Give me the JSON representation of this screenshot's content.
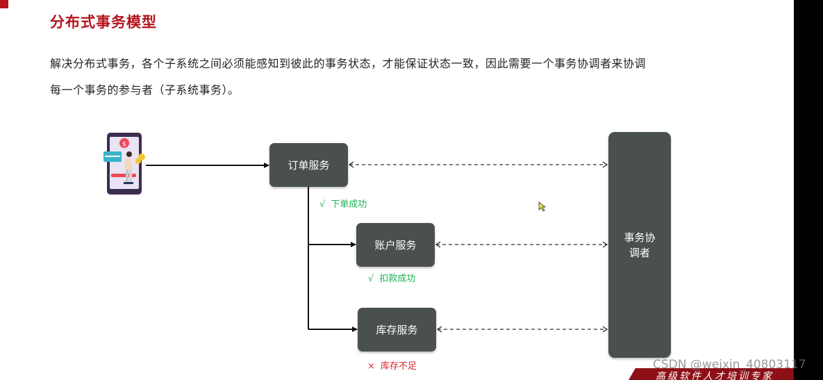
{
  "slide": {
    "title": "分布式事务模型",
    "paragraph": [
      "解决分布式事务，各个子系统之间必须能感知到彼此的事务状态，才能保证状态一致，因此需要一个事务协调者来协调",
      "每一个事务的参与者（子系统事务）。"
    ]
  },
  "diagram": {
    "services": {
      "order": "订单服务",
      "account": "账户服务",
      "stock": "库存服务"
    },
    "coordinator": "事务协调者",
    "statuses": {
      "order": {
        "mark": "√",
        "text": "下单成功",
        "state": "success"
      },
      "account": {
        "mark": "√",
        "text": "扣款成功",
        "state": "success"
      },
      "stock": {
        "mark": "×",
        "text": "库存不足",
        "state": "failure"
      }
    }
  },
  "overlay": {
    "watermark": "CSDN @weixin_40803117",
    "footer_banner": "高级软件人才培训专家"
  },
  "colors": {
    "title_red": "#b5121b",
    "box_gray": "#4a4f4f",
    "success_green": "#1ab354",
    "failure_red": "#d8262f"
  }
}
